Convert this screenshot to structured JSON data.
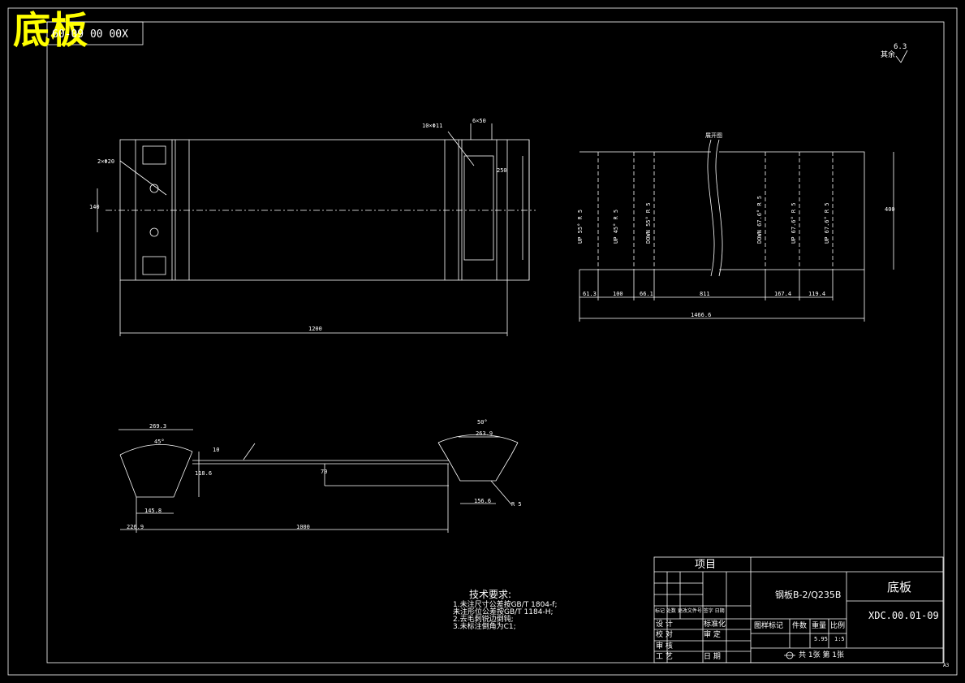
{
  "overlay_title": "底板",
  "top_left_code": "60-09 00 00X",
  "roughness": {
    "value": "6.3",
    "label": "其余"
  },
  "tech_requirements": {
    "heading": "技术要求:",
    "lines": [
      "1.未注尺寸公差按GB/T 1804-f;",
      "  未注形位公差按GB/T 1184-H;",
      "2.去毛刺锐边倒钝;",
      "3.未标注倒角为C1;"
    ]
  },
  "title_block": {
    "project_label": "项目",
    "material": "钢板B-2/Q235B",
    "part_name": "底板",
    "drawing_code": "XDC.00.01-09",
    "header_row": "标记 处数 更改文件号 签字 日期",
    "row_labels": [
      "设 计",
      "校 对",
      "审 核",
      "工 艺"
    ],
    "mid_labels": [
      "标准化",
      "审 定",
      "日 期"
    ],
    "info_labels": [
      "图样标记",
      "件数",
      "重量",
      "比例"
    ],
    "weight": "5.95",
    "scale": "1:5",
    "sheets": "共 1张 第 1张"
  },
  "views": {
    "top": {
      "overall_dim": "1200",
      "height_dim": "140",
      "hole_note_left": "2×Φ20",
      "hole_note_right": "10×Φ11",
      "spacing_dim": "6×50",
      "side_dim": "250"
    },
    "develop": {
      "note": "展开图",
      "overall_dim": "1466.6",
      "height_dim": "400",
      "seg_dims": [
        "61.3",
        "100",
        "66.1",
        "811",
        "167.4",
        "119.4"
      ],
      "bend_notes": [
        "UP 55° R 5",
        "UP 45° R 5",
        "DOWN 55° R 5",
        "DOWN 67.6° R 5",
        "UP 67.6° R 5",
        "UP 67.6° R 5"
      ]
    },
    "front": {
      "top_left_dim": "269.3",
      "top_right_dim": "263.9",
      "angle_left": "45°",
      "angle_right": "50°",
      "bottom_left_dim": "145.8",
      "bottom_right_dim": "156.6",
      "height_dim": "118.6",
      "thickness_dim": "10",
      "step_dim": "70",
      "left_offset_dim": "226.9",
      "length_dim": "1000",
      "slope_note": "R 5"
    }
  },
  "sheet_mark": "A3"
}
